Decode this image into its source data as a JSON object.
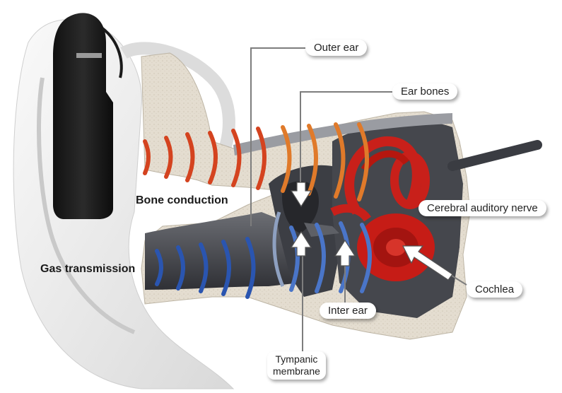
{
  "labels": {
    "outer_ear": "Outer ear",
    "ear_bones": "Ear bones",
    "bone_conduction": "Bone conduction",
    "cerebral_auditory_nerve": "Cerebral auditory nerve",
    "gas_transmission": "Gas transmission",
    "cochlea": "Cochlea",
    "inter_ear": "Inter ear",
    "tympanic_line1": "Tympanic",
    "tympanic_line2": "membrane"
  },
  "colors": {
    "bone_wave": "#d4431f",
    "bone_wave_inner": "#e07a2a",
    "air_wave": "#2a55b0",
    "inner_ear": "#c8201a",
    "tissue": "#e6dfd2",
    "canal": "#4a4c52",
    "skin": "#ededed"
  }
}
